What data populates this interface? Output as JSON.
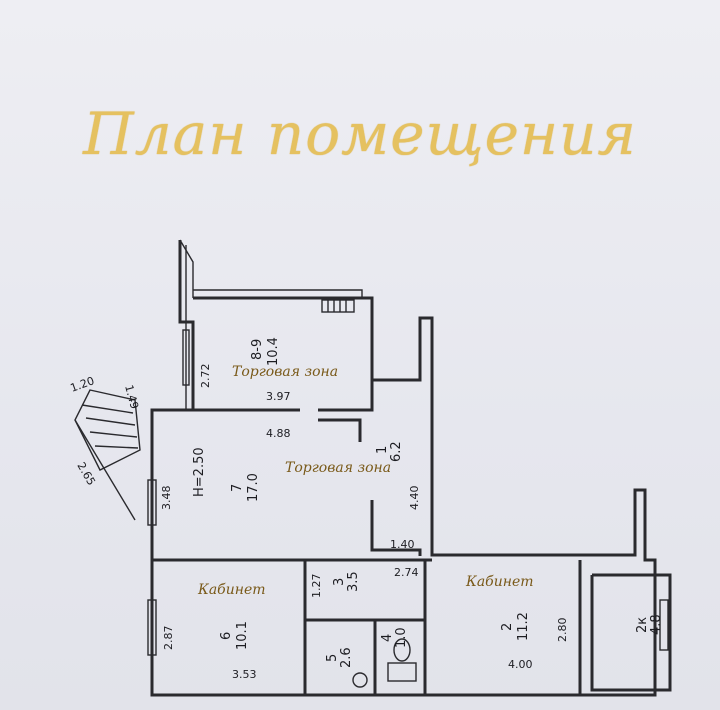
{
  "title": "План помещения",
  "zones": {
    "trade_upper": "Торговая зона",
    "trade_main": "Торговая зона",
    "office_left": "Кабинет",
    "office_right": "Кабинет"
  },
  "rooms": {
    "r89": {
      "num": "8-9",
      "area": "10.4"
    },
    "r7": {
      "num": "7",
      "area": "17.0"
    },
    "r1": {
      "num": "1",
      "area": "6.2"
    },
    "r6": {
      "num": "6",
      "area": "10.1"
    },
    "r3": {
      "num": "3",
      "area": "3.5"
    },
    "r5": {
      "num": "5",
      "area": "2.6"
    },
    "r4": {
      "num": "4",
      "area": "1.0"
    },
    "r2": {
      "num": "2",
      "area": "11.2"
    },
    "r2k": {
      "num": "2к",
      "area": "4.8"
    }
  },
  "height_label": "Н=2.50",
  "dims": {
    "d272": "2.72",
    "d397": "3.97",
    "d488": "4.88",
    "d149": "1.49",
    "d120": "1.20",
    "d265": "2.65",
    "d348": "3.48",
    "d440": "4.40",
    "d140": "1.40",
    "d274": "2.74",
    "d127": "1.27",
    "d287": "2.87",
    "d353": "3.53",
    "d280": "2.80",
    "d400": "4.00"
  }
}
